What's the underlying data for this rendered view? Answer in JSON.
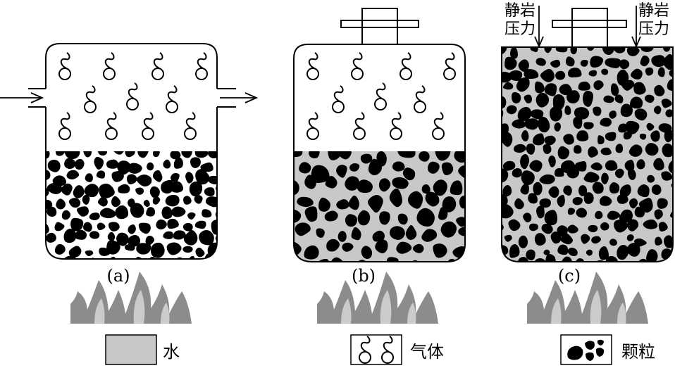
{
  "panels": [
    {
      "id": "a",
      "label": "(a)",
      "fill": "none",
      "gas": true,
      "lid": false,
      "io_arrows": true,
      "pressure": false
    },
    {
      "id": "b",
      "label": "(b)",
      "fill": "water",
      "gas": true,
      "lid": true,
      "io_arrows": false,
      "pressure": false
    },
    {
      "id": "c",
      "label": "(c)",
      "fill": "water",
      "gas": false,
      "lid": true,
      "io_arrows": false,
      "pressure": true
    }
  ],
  "pressure_label": {
    "line1": "静岩",
    "line2": "压力"
  },
  "legend": {
    "water": "水",
    "gas": "气体",
    "particles": "颗粒"
  },
  "colors": {
    "water": "#c8c8c8",
    "flame": "#8c8c8c",
    "particle": "#000000",
    "outline": "#000000"
  }
}
